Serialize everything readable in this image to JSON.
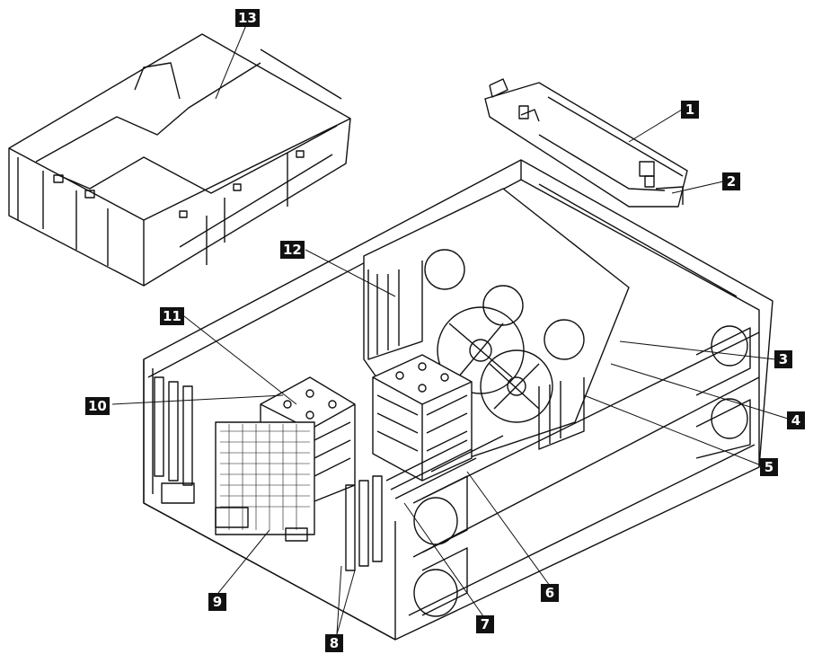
{
  "callouts": {
    "c1": "1",
    "c2": "2",
    "c3": "3",
    "c4": "4",
    "c5": "5",
    "c6": "6",
    "c7": "7",
    "c8": "8",
    "c9": "9",
    "c10": "10",
    "c11": "11",
    "c12": "12",
    "c13": "13"
  },
  "colors": {
    "line": "#111111",
    "label_bg": "#111111",
    "label_text": "#ffffff",
    "background": "#ffffff"
  }
}
